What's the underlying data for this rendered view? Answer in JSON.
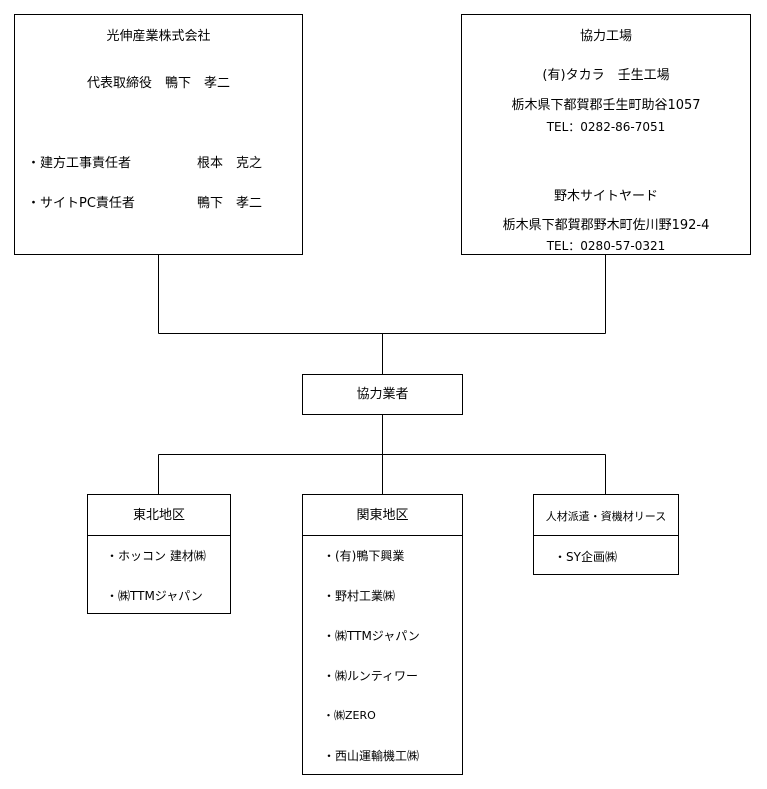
{
  "company": {
    "name": "光伸産業株式会社",
    "representative": "代表取締役　鴨下　孝二",
    "roles": [
      {
        "title": "・建方工事責任者",
        "person": "根本　克之"
      },
      {
        "title": "・サイトPC責任者",
        "person": "鴨下　孝二"
      }
    ]
  },
  "factory": {
    "header": "協力工場",
    "sites": [
      {
        "name": "(有)タカラ　壬生工場",
        "address": "栃木県下都賀郡壬生町助谷1057",
        "tel": "TEL：0282-86-7051"
      },
      {
        "name": "野木サイトヤード",
        "address": "栃木県下都賀郡野木町佐川野192-4",
        "tel": "TEL：0280-57-0321"
      }
    ]
  },
  "partners": {
    "label": "協力業者"
  },
  "regions": [
    {
      "name": "東北地区",
      "items": [
        "・ホッコン 建材㈱",
        "・㈱TTMジャパン"
      ]
    },
    {
      "name": "関東地区",
      "items": [
        "・(有)鴨下興業",
        "・野村工業㈱",
        "・㈱TTMジャパン",
        "・㈱ルンティワー",
        "・㈱ZERO",
        "・西山運輸機工㈱"
      ]
    },
    {
      "name": "人材派遣・資機材リース",
      "items": [
        "・SY企画㈱"
      ]
    }
  ]
}
